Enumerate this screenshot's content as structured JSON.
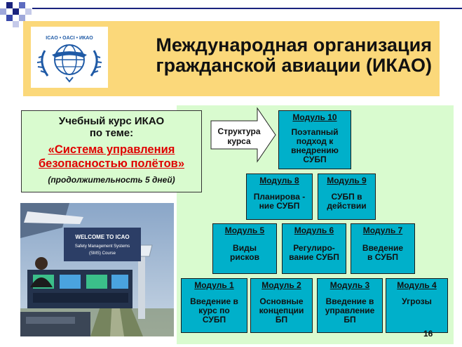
{
  "title": {
    "line1": "Международная организация",
    "line2": "гражданской авиации (ИКАО)"
  },
  "logo": {
    "ring_text": "ICAO • OACI • ИКАО",
    "colors": {
      "primary": "#1f5aa6",
      "background": "#ffffff"
    }
  },
  "course": {
    "line1": "Учебный курс ИКАО",
    "line2": "по теме:",
    "name_line1": "«Система управления",
    "name_line2": "безопасностью полётов»",
    "duration": "(продолжительность 5 дней)"
  },
  "photo": {
    "sign_line1": "WELCOME TO ICAO",
    "sign_line2": "Safety Management Systems",
    "sign_line3": "(SMS) Course"
  },
  "arrow": {
    "line1": "Структура",
    "line2": "курса"
  },
  "modules": {
    "m10": {
      "title": "Модуль 10",
      "text": [
        "Поэтапный",
        "подход к",
        "внедрению",
        "СУБП"
      ]
    },
    "m8": {
      "title": "Модуль 8",
      "text": [
        "Планирова -",
        "ние СУБП"
      ]
    },
    "m9": {
      "title": "Модуль 9",
      "text": [
        "СУБП в",
        "действии"
      ]
    },
    "m5": {
      "title": "Модуль 5",
      "text": [
        "Виды",
        "рисков"
      ]
    },
    "m6": {
      "title": "Модуль 6",
      "text": [
        "Регулиро-",
        "вание СУБП"
      ]
    },
    "m7": {
      "title": "Модуль 7",
      "text": [
        "Введение",
        "в СУБП"
      ]
    },
    "m1": {
      "title": "Модуль 1",
      "text": [
        "Введение в",
        "курс по",
        "СУБП"
      ]
    },
    "m2": {
      "title": "Модуль 2",
      "text": [
        "Основные",
        "концепции",
        "БП"
      ]
    },
    "m3": {
      "title": "Модуль 3",
      "text": [
        "Введение в",
        "управление",
        "БП"
      ]
    },
    "m4": {
      "title": "Модуль 4",
      "text": [
        "Угрозы"
      ]
    }
  },
  "page_number": "16",
  "colors": {
    "banner": "#fbd87a",
    "panel": "#d9fbcf",
    "module": "#00b0ca",
    "accent_red": "#e00000",
    "navy": "#1a237e"
  }
}
